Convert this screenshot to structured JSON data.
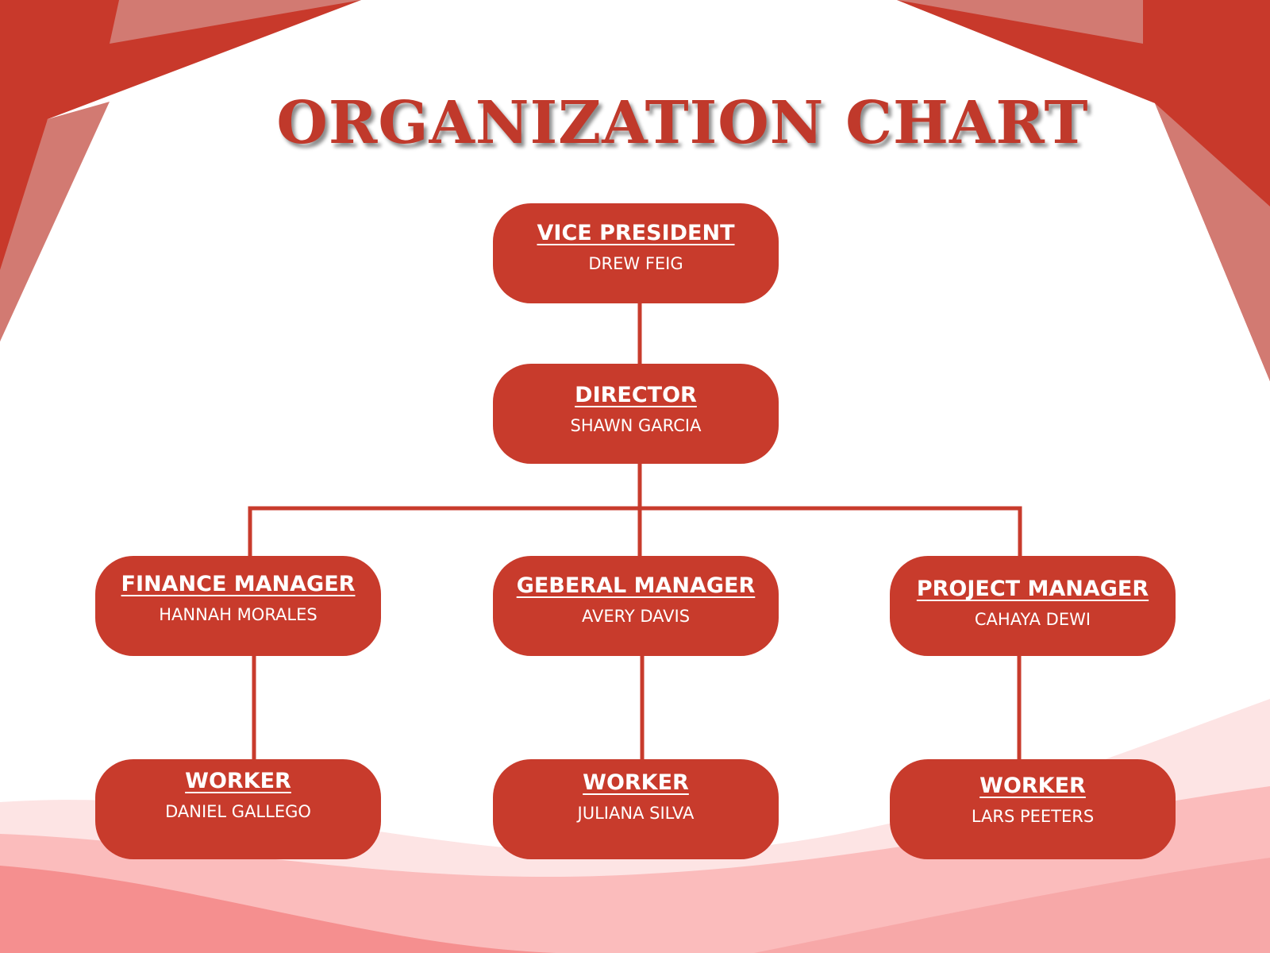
{
  "title": "ORGANIZATION CHART",
  "colors": {
    "node_fill": "#c83b2c",
    "node_text": "#ffffff",
    "connector": "#c83b2c",
    "title": "#c0392b",
    "decor_dark": "#c8392b",
    "decor_light": "#d27a72",
    "wave_pink": "#f48b8b"
  },
  "nodes": {
    "vice_president": {
      "role": "VICE PRESIDENT",
      "name": "DREW FEIG"
    },
    "director": {
      "role": "DIRECTOR",
      "name": "SHAWN GARCIA"
    },
    "finance_manager": {
      "role": "FINANCE MANAGER",
      "name": "HANNAH MORALES"
    },
    "general_manager": {
      "role": "GEBERAL MANAGER",
      "name": "AVERY DAVIS"
    },
    "project_manager": {
      "role": "PROJECT MANAGER",
      "name": "CAHAYA DEWI"
    },
    "worker_finance": {
      "role": "WORKER",
      "name": "DANIEL GALLEGO"
    },
    "worker_general": {
      "role": "WORKER",
      "name": "JULIANA SILVA"
    },
    "worker_project": {
      "role": "WORKER",
      "name": "LARS PEETERS"
    }
  },
  "edges": [
    [
      "vice_president",
      "director"
    ],
    [
      "director",
      "finance_manager"
    ],
    [
      "director",
      "general_manager"
    ],
    [
      "director",
      "project_manager"
    ],
    [
      "finance_manager",
      "worker_finance"
    ],
    [
      "general_manager",
      "worker_general"
    ],
    [
      "project_manager",
      "worker_project"
    ]
  ]
}
